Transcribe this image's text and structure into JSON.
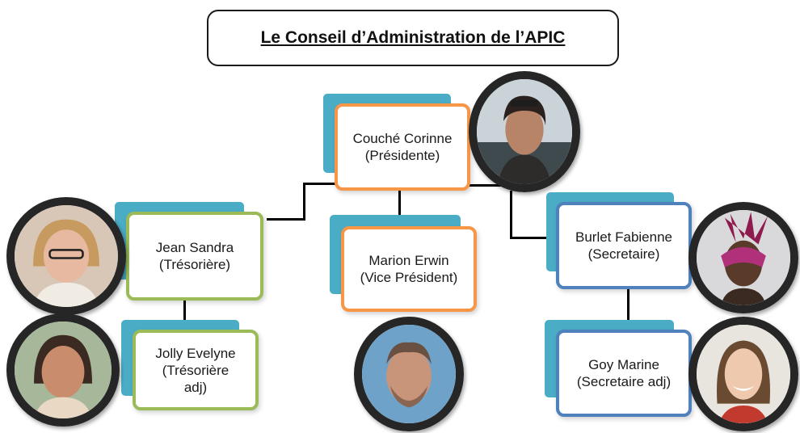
{
  "title": "Le Conseil d’Administration de l’APIC",
  "colors": {
    "tab": "#4bacc6",
    "orange": "#f79646",
    "green": "#9bbb59",
    "blue": "#4f81bd",
    "photo_frame": "#262626"
  },
  "members": {
    "president": {
      "name": "Couché Corinne",
      "role": "(Présidente)"
    },
    "vice_president": {
      "name": "Marion Erwin",
      "role": "(Vice Président)"
    },
    "tresoriere": {
      "name": "Jean Sandra",
      "role": "(Trésorière)"
    },
    "tresoriere_adj": {
      "name": "Jolly Evelyne",
      "role": "(Trésorière",
      "role2": "adj)"
    },
    "secretaire": {
      "name": "Burlet Fabienne",
      "role": "(Secretaire)"
    },
    "secretaire_adj": {
      "name": "Goy Marine",
      "role": "(Secretaire adj)"
    }
  }
}
